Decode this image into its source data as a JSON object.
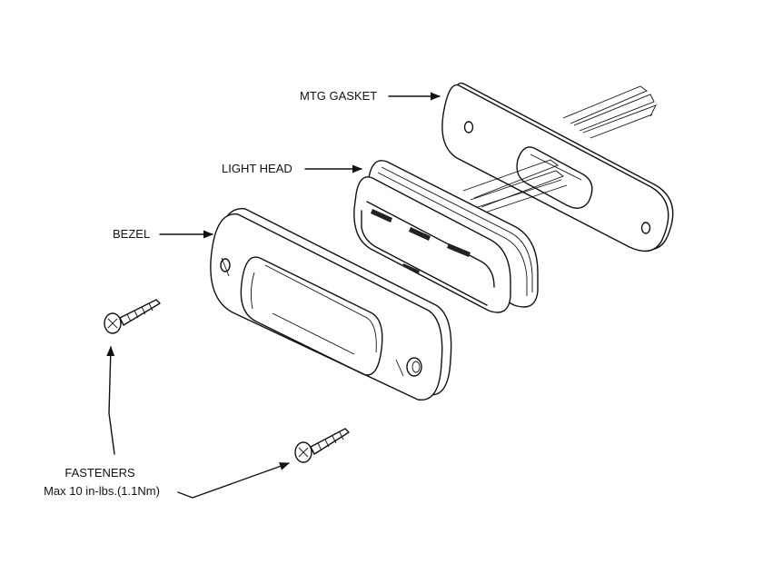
{
  "labels": {
    "mtg_gasket": "MTG GASKET",
    "light_head": "LIGHT HEAD",
    "bezel": "BEZEL",
    "fasteners_title": "FASTENERS",
    "fasteners_torque": "Max 10 in-lbs.(1.1Nm)"
  },
  "colors": {
    "line": "#111111",
    "background": "#ffffff"
  }
}
